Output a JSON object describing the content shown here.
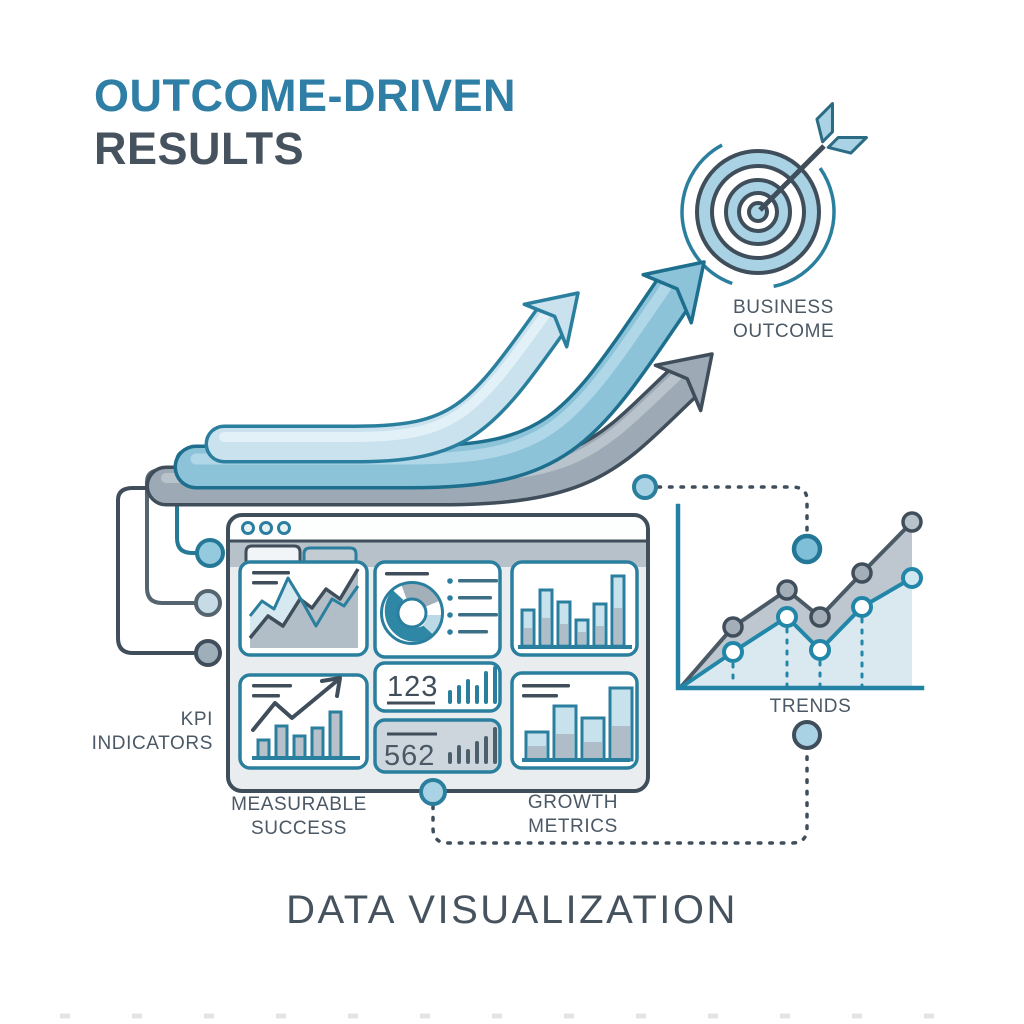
{
  "colors": {
    "accent_teal": "#2E7EA5",
    "stroke_teal": "#2B7F9E",
    "dark_slate": "#3F4E5A",
    "text_slate": "#4B5865",
    "arrow_pale_fill": "#C9E2EE",
    "arrow_blue_fill": "#8CC3D9",
    "arrow_gray_fill": "#9DAAB5",
    "node_blue_fill": "#A9D3E4",
    "panel_gray": "#E9EDF0"
  },
  "header": {
    "title_accent": "OUTCOME-DRIVEN",
    "title_rest": "RESULTS"
  },
  "target": {
    "icon": "target-bullseye-icon",
    "label_line1": "BUSINESS",
    "label_line2": "OUTCOME"
  },
  "kpi": {
    "label_line1": "KPI",
    "label_line2": "INDICATORS"
  },
  "measurable": {
    "label_line1": "MEASURABLE",
    "label_line2": "SUCCESS"
  },
  "growth": {
    "label_line1": "GROWTH",
    "label_line2": "METRICS"
  },
  "trends": {
    "label": "TRENDS"
  },
  "dashboard": {
    "stat_primary": "123",
    "stat_secondary": "562"
  },
  "footer": {
    "title": "DATA VISUALIZATION"
  }
}
